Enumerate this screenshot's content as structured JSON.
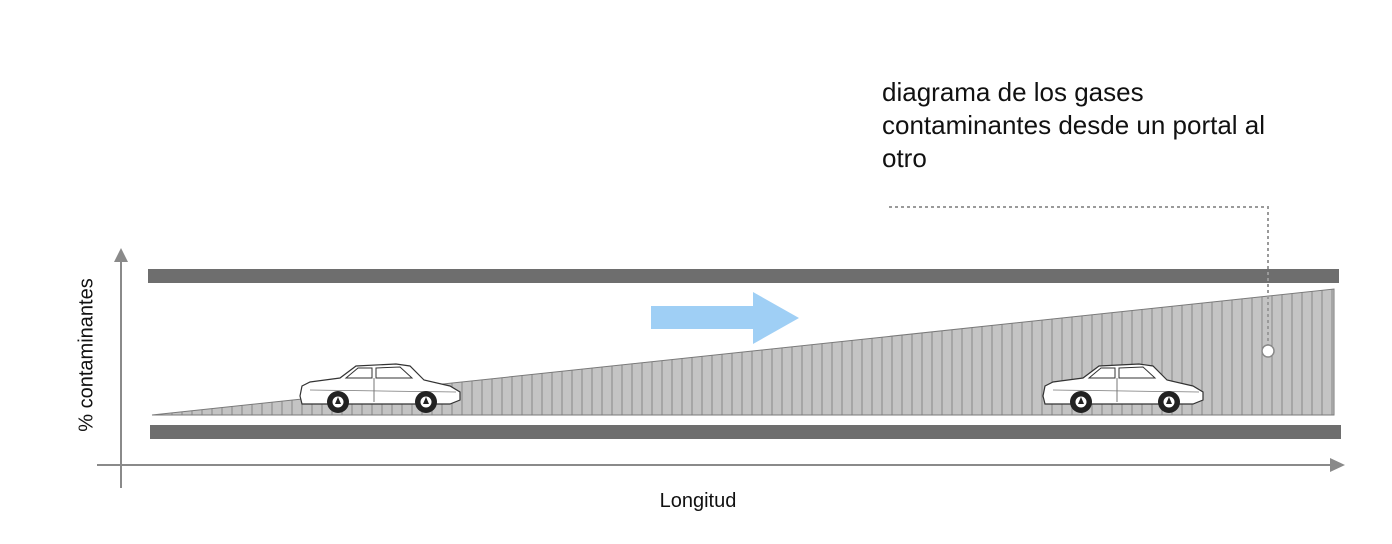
{
  "annotation": {
    "lines": [
      "diagrama de los gases",
      "contaminantes desde un portal al",
      "otro"
    ]
  },
  "axes": {
    "ylabel": "% contaminantes",
    "xlabel": "Longitud"
  },
  "colors": {
    "tunnel_wall": "#6e6e6e",
    "pollution_fill": "#c4c4c4",
    "pollution_hatch": "#7a7a7a",
    "flow_arrow": "#9fcff5",
    "axis": "#8a8a8a",
    "leader_line": "#9a9a9a"
  },
  "icons": {
    "flow_direction": "arrow-right-icon",
    "vehicle": "car-icon"
  }
}
